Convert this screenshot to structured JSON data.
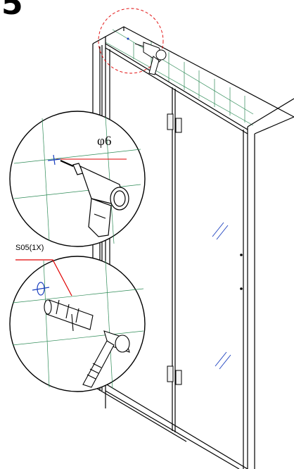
{
  "step": {
    "number": "5"
  },
  "labels": {
    "hole_diameter": "φ6",
    "part_callout": "S05(1X)"
  },
  "colors": {
    "line": "#000000",
    "grid": "#2e8b57",
    "highlight": "#e00000",
    "glass": "#1a3fbf",
    "fill_light": "#f4f4f4"
  },
  "icons": {
    "drill": "drill-icon",
    "hammer": "hammer-icon",
    "wall_plug": "wall-plug-icon",
    "hinge": "hinge-icon"
  }
}
